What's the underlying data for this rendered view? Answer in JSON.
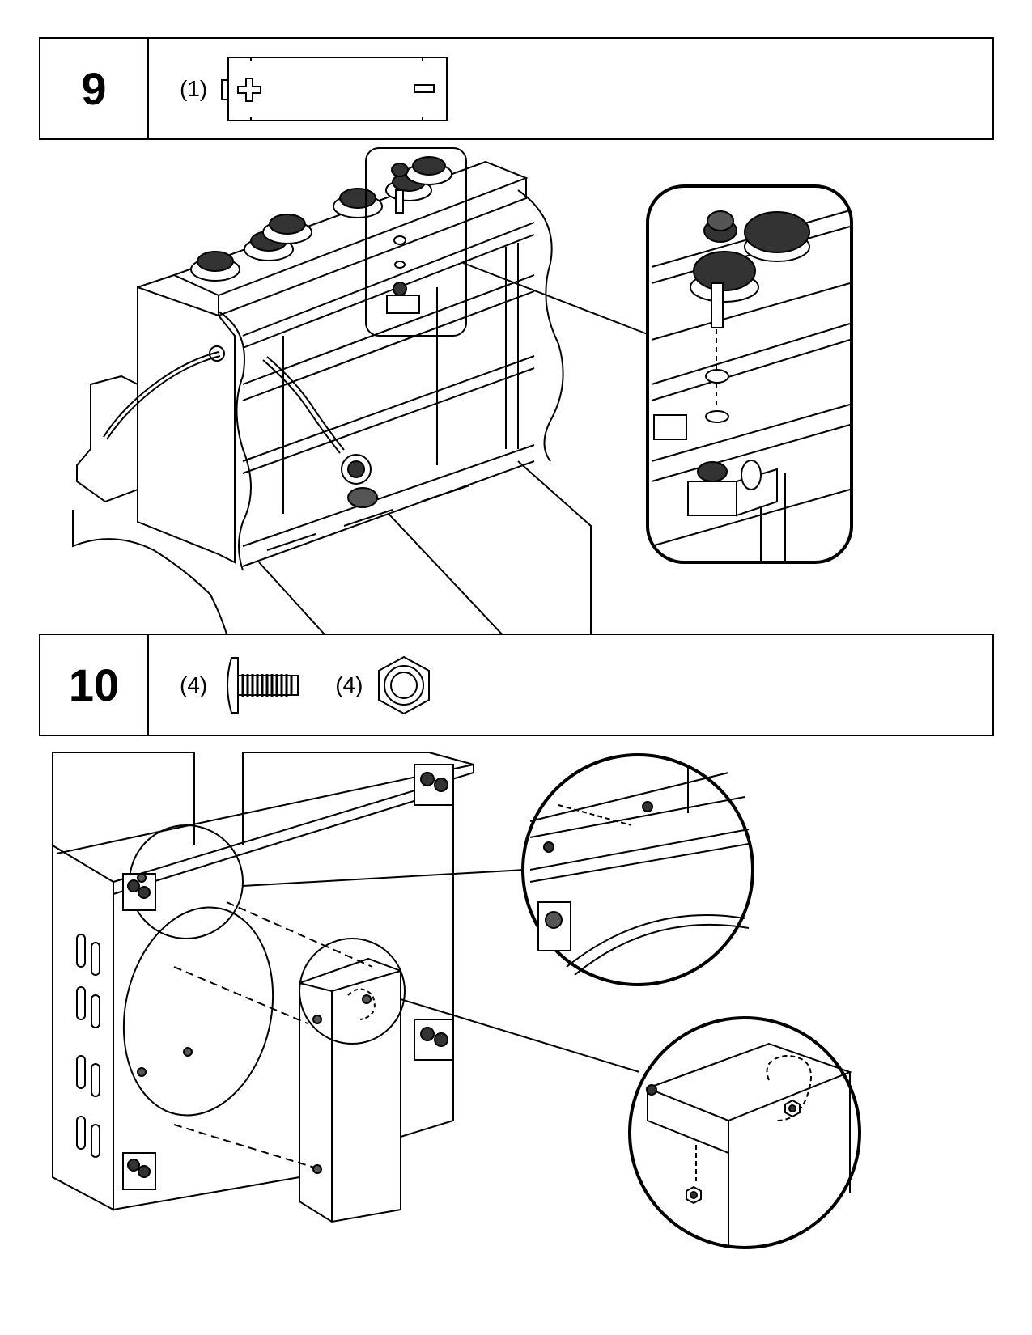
{
  "steps": [
    {
      "number": "9",
      "parts": [
        {
          "qty": "(1)",
          "icon": "battery-icon"
        }
      ]
    },
    {
      "number": "10",
      "parts": [
        {
          "qty": "(4)",
          "icon": "screw-icon"
        },
        {
          "qty": "(4)",
          "icon": "hex-nut-icon"
        }
      ]
    }
  ],
  "battery": {
    "plus": "+",
    "minus": "−"
  }
}
